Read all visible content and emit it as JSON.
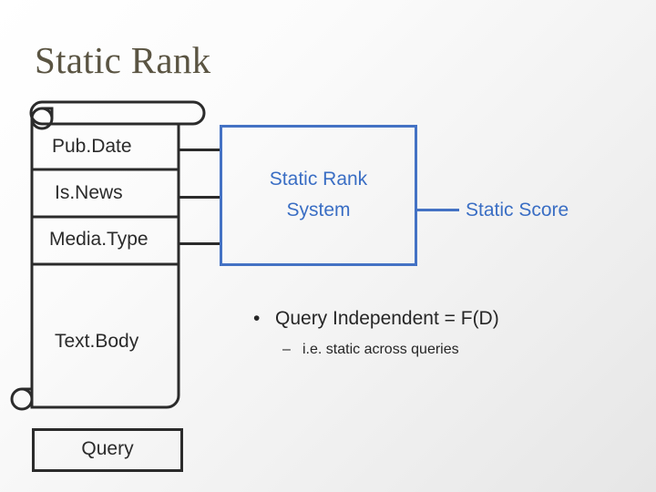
{
  "slide": {
    "title": "Static Rank",
    "background_start": "#ffffff",
    "background_end": "#e6e6e6",
    "title_color": "#5a5442"
  },
  "document_scroll": {
    "name": "document-fields-scroll",
    "outline_color": "#2b2b2b",
    "fields": [
      {
        "label": "Pub.Date"
      },
      {
        "label": "Is.News"
      },
      {
        "label": "Media.Type"
      },
      {
        "label": "Text.Body"
      }
    ]
  },
  "query_box": {
    "label": "Query",
    "outline_color": "#2b2b2b"
  },
  "system_box": {
    "label": "Static Rank\nSystem",
    "border_color": "#4472c4",
    "text_color": "#3a6ec4"
  },
  "output": {
    "label": "Static Score",
    "color": "#3a6ec4"
  },
  "bullets": {
    "level1": {
      "mark": "•",
      "text": "Query Independent = F(D)"
    },
    "level2": {
      "mark": "–",
      "text": "i.e. static across queries"
    }
  }
}
